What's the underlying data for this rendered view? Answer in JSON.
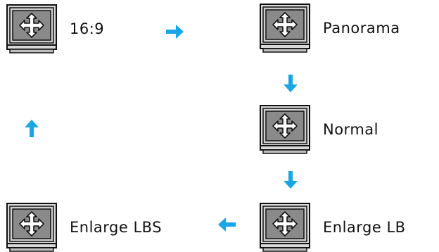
{
  "modes": [
    {
      "label": "16:9"
    },
    {
      "label": "Panorama"
    },
    {
      "label": "Normal"
    },
    {
      "label": "Enlarge LB"
    },
    {
      "label": "Enlarge LBS"
    }
  ],
  "icons": {
    "tv": "screen-size-tv-icon",
    "arrow": "arrow-icon"
  },
  "colors": {
    "arrow": "#1aa6e6",
    "tv_screen": "#8a8a8a",
    "tv_frame": "#d8d8d8"
  }
}
